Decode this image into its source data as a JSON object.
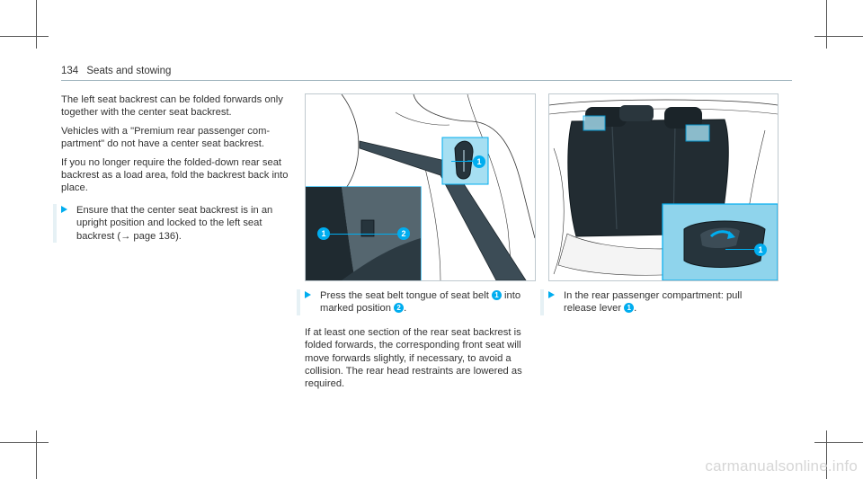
{
  "header": {
    "page_number": "134",
    "section": "Seats and stowing"
  },
  "left_column": {
    "para1": "The left seat backrest can be folded forwards only together with the center seat backrest.",
    "para2": "Vehicles with a \"Premium rear passenger com- partment\" do not have a center seat backrest.",
    "para3": "If you no longer require the folded-down rear seat backrest as a load area, fold the backrest back into place.",
    "step1": "Ensure that the center seat backrest is in an upright position and locked to the left seat backrest (→ page 136)."
  },
  "middle_column": {
    "step_pre": "Press the seat belt tongue of seat belt",
    "step_mid": "into marked position",
    "step_end": ".",
    "para": "If at least one section of the rear seat backrest is folded forwards, the corresponding front seat will move forwards slightly, if necessary, to avoid a collision. The rear head restraints are lowered as required."
  },
  "right_column": {
    "step_pre": "In the rear passenger compartment: pull release lever",
    "step_end": "."
  },
  "badges": {
    "one": "1",
    "two": "2"
  },
  "watermark": "carmanualsonline.info",
  "colors": {
    "accent": "#00adef",
    "highlight_fill": "#a6dff2",
    "rule": "#9fb3bd"
  }
}
